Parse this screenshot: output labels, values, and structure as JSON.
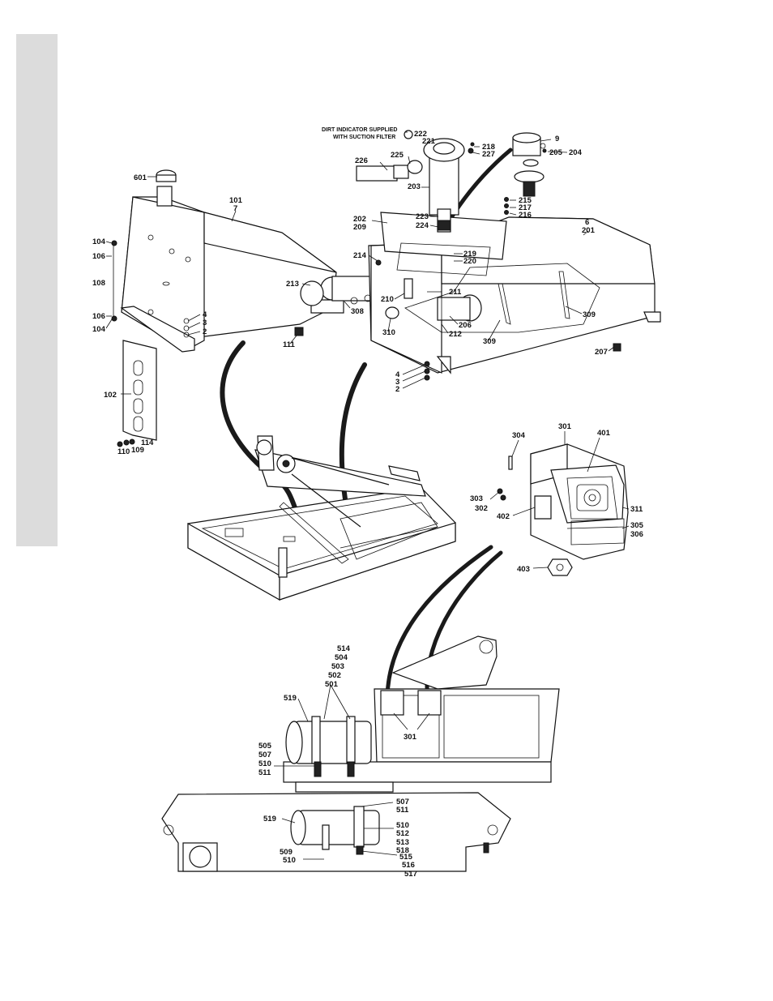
{
  "sidebar_tab": {
    "color": "#dcdcdc"
  },
  "note": {
    "line1": "DIRT INDICATOR SUPPLIED",
    "line2": "WITH SUCTION FILTER"
  },
  "callouts": [
    "601",
    "101",
    "7",
    "104",
    "106",
    "108",
    "106",
    "104",
    "4",
    "3",
    "2",
    "111",
    "102",
    "114",
    "110",
    "109",
    "222",
    "221",
    "218",
    "227",
    "9",
    "205",
    "204",
    "226",
    "225",
    "203",
    "215",
    "217",
    "216",
    "202",
    "209",
    "223",
    "224",
    "6",
    "201",
    "219",
    "220",
    "214",
    "213",
    "308",
    "210",
    "211",
    "310",
    "212",
    "206",
    "309",
    "309",
    "207",
    "4",
    "3",
    "2",
    "304",
    "301",
    "401",
    "303",
    "302",
    "402",
    "311",
    "305",
    "306",
    "403",
    "514",
    "504",
    "503",
    "502",
    "501",
    "519",
    "505",
    "507",
    "510",
    "511",
    "301",
    "507",
    "511",
    "519",
    "510",
    "512",
    "513",
    "518",
    "509",
    "510",
    "515",
    "516",
    "517"
  ]
}
